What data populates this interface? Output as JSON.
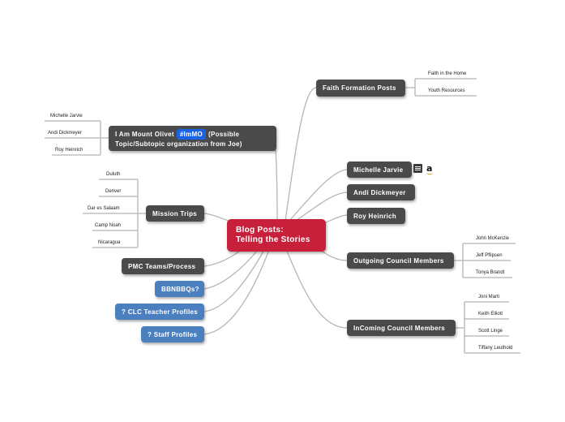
{
  "root": {
    "line1": "Blog Posts:",
    "line2": "Telling the Stories"
  },
  "topics": {
    "faith_formation": {
      "label": "Faith Formation Posts",
      "children": [
        "Faith in the Home",
        "Youth Resources"
      ]
    },
    "i_am_mount_olivet": {
      "prefix": "I Am Mount Olivet",
      "tag": "#ImMO",
      "suffix": "(Possible",
      "line2": "Topic/Subtopic organization from Joe)",
      "children": [
        "Michelle Jarvie",
        "Andi Dickmeyer",
        "Roy Heinrich"
      ]
    },
    "michelle": {
      "label": "Michelle Jarvie"
    },
    "andi": {
      "label": "Andi Dickmeyer"
    },
    "roy": {
      "label": "Roy Heinrich"
    },
    "mission_trips": {
      "label": "Mission Trips",
      "children": [
        "Duluth",
        "Denver",
        "Dar es Salaam",
        "Camp Noah",
        "Nicaragua"
      ]
    },
    "outgoing": {
      "label": "Outgoing Council Members",
      "children": [
        "John McKenzie",
        "Jeff Pflipsen",
        "Tonya Brandt"
      ]
    },
    "pmc": {
      "label": "PMC Teams/Process"
    },
    "bbnbbqs": {
      "label": "BBNBBQs?"
    },
    "clc": {
      "label": "? CLC Teacher Profiles"
    },
    "staff": {
      "label": "? Staff Profiles"
    },
    "incoming": {
      "label": "InComing Council Members",
      "children": [
        "Joni Marti",
        "Keith Elliott",
        "Scott Linge",
        "Tiffany Leuthold"
      ]
    }
  },
  "icons": {
    "note": "note-icon",
    "amazon": "amazon-icon"
  },
  "colors": {
    "root": "#c8203a",
    "dark_node": "#4a4a4a",
    "blue_node": "#4b7fc0",
    "tag": "#1a63e6",
    "connector": "#b5b5b5"
  }
}
